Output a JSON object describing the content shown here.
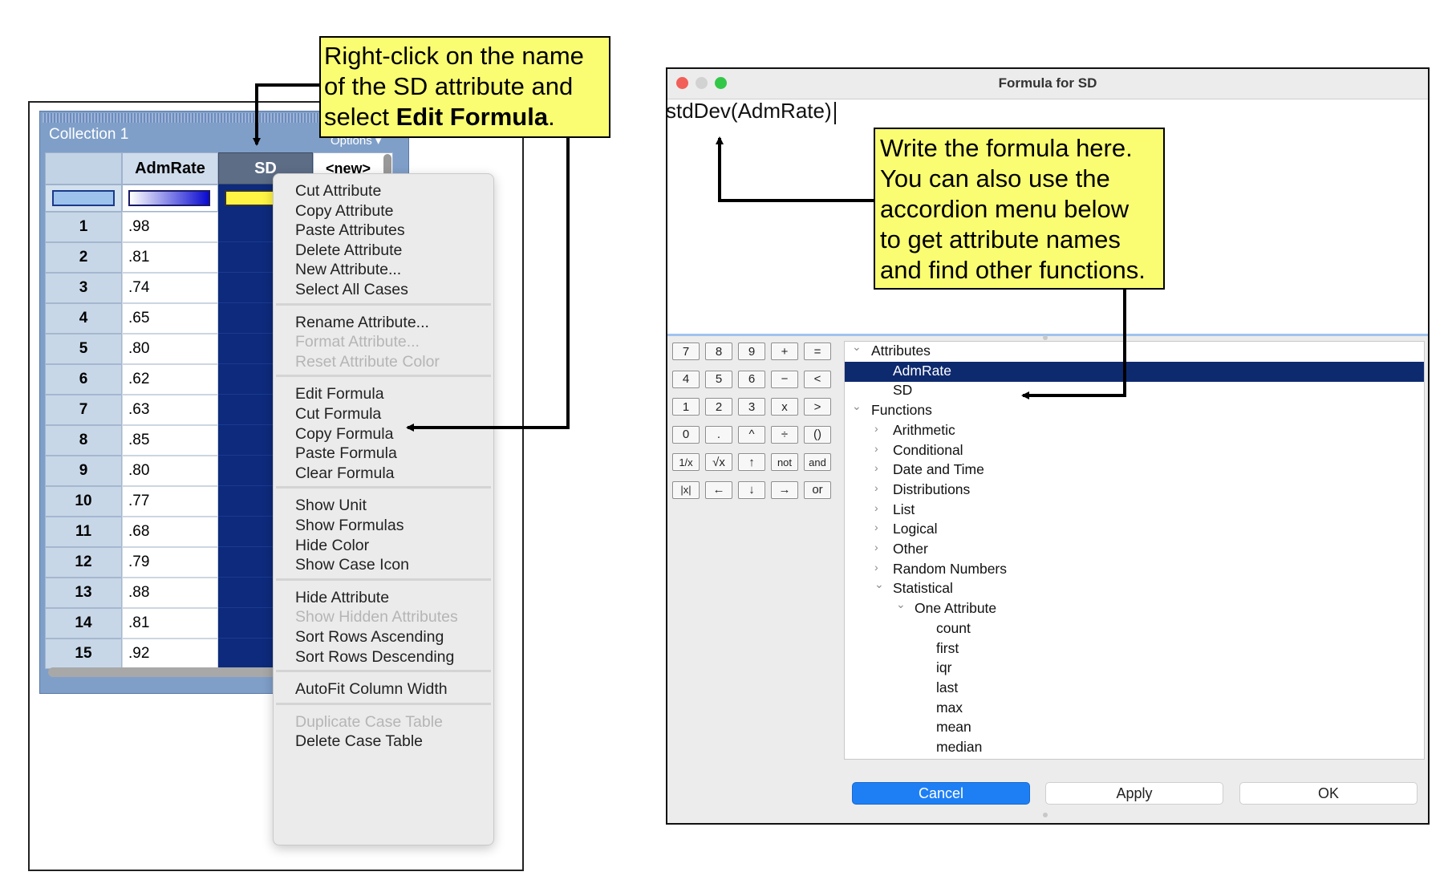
{
  "callouts": {
    "left_line1": "Right-click on the name",
    "left_line2": "of the SD attribute and",
    "left_line3_prefix": "select ",
    "left_line3_bold": "Edit Formula",
    "left_line3_suffix": ".",
    "right_line1": "Write the formula here.",
    "right_line2": "You can also use the",
    "right_line3": "accordion menu below",
    "right_line4": "to get attribute names",
    "right_line5": "and find other functions."
  },
  "table": {
    "collection_title": "Collection 1",
    "options_label": "Options",
    "columns": [
      "AdmRate",
      "SD",
      "<new>"
    ],
    "rows": [
      {
        "index": "1",
        "admrate": ".98"
      },
      {
        "index": "2",
        "admrate": ".81"
      },
      {
        "index": "3",
        "admrate": ".74"
      },
      {
        "index": "4",
        "admrate": ".65"
      },
      {
        "index": "5",
        "admrate": ".80"
      },
      {
        "index": "6",
        "admrate": ".62"
      },
      {
        "index": "7",
        "admrate": ".63"
      },
      {
        "index": "8",
        "admrate": ".85"
      },
      {
        "index": "9",
        "admrate": ".80"
      },
      {
        "index": "10",
        "admrate": ".77"
      },
      {
        "index": "11",
        "admrate": ".68"
      },
      {
        "index": "12",
        "admrate": ".79"
      },
      {
        "index": "13",
        "admrate": ".88"
      },
      {
        "index": "14",
        "admrate": ".81"
      },
      {
        "index": "15",
        "admrate": ".92"
      }
    ]
  },
  "context_menu": {
    "groups": [
      [
        "Cut Attribute",
        "Copy Attribute",
        "Paste Attributes",
        "Delete Attribute",
        "New Attribute...",
        "Select All Cases"
      ],
      [
        "Rename Attribute...",
        "Format Attribute...",
        "Reset Attribute Color"
      ],
      [
        "Edit Formula",
        "Cut Formula",
        "Copy Formula",
        "Paste Formula",
        "Clear Formula"
      ],
      [
        "Show Unit",
        "Show Formulas",
        "Hide Color",
        "Show Case Icon"
      ],
      [
        "Hide Attribute",
        "Show Hidden Attributes",
        "Sort Rows Ascending",
        "Sort Rows Descending"
      ],
      [
        "AutoFit Column Width"
      ],
      [
        "Duplicate Case Table",
        "Delete Case Table"
      ]
    ],
    "disabled": [
      "Format Attribute...",
      "Reset Attribute Color",
      "Show Hidden Attributes",
      "Duplicate Case Table"
    ]
  },
  "dialog": {
    "title": "Formula for SD",
    "formula": "stdDev(AdmRate)",
    "keypad": [
      [
        "7",
        "8",
        "9",
        "+",
        "="
      ],
      [
        "4",
        "5",
        "6",
        "−",
        "<"
      ],
      [
        "1",
        "2",
        "3",
        "x",
        ">"
      ],
      [
        "0",
        ".",
        "^",
        "÷",
        "()"
      ],
      [
        "1/x",
        "√x",
        "↑",
        "not",
        "and"
      ],
      [
        "|x|",
        "←",
        "↓",
        "→",
        "or"
      ]
    ],
    "tree": {
      "attributes_label": "Attributes",
      "attributes": [
        "AdmRate",
        "SD"
      ],
      "functions_label": "Functions",
      "function_groups": [
        "Arithmetic",
        "Conditional",
        "Date and Time",
        "Distributions",
        "List",
        "Logical",
        "Other",
        "Random Numbers"
      ],
      "statistical_label": "Statistical",
      "one_attribute_label": "One Attribute",
      "one_attribute_functions": [
        "count",
        "first",
        "iqr",
        "last",
        "max",
        "mean",
        "median"
      ]
    },
    "buttons": {
      "cancel": "Cancel",
      "apply": "Apply",
      "ok": "OK"
    }
  },
  "colors": {
    "callout_yellow": "#fafd72",
    "sd_column_fill": "#0d2a7c",
    "selected_tree_row": "#0e2a6e",
    "cancel_button": "#1e7ff5"
  }
}
